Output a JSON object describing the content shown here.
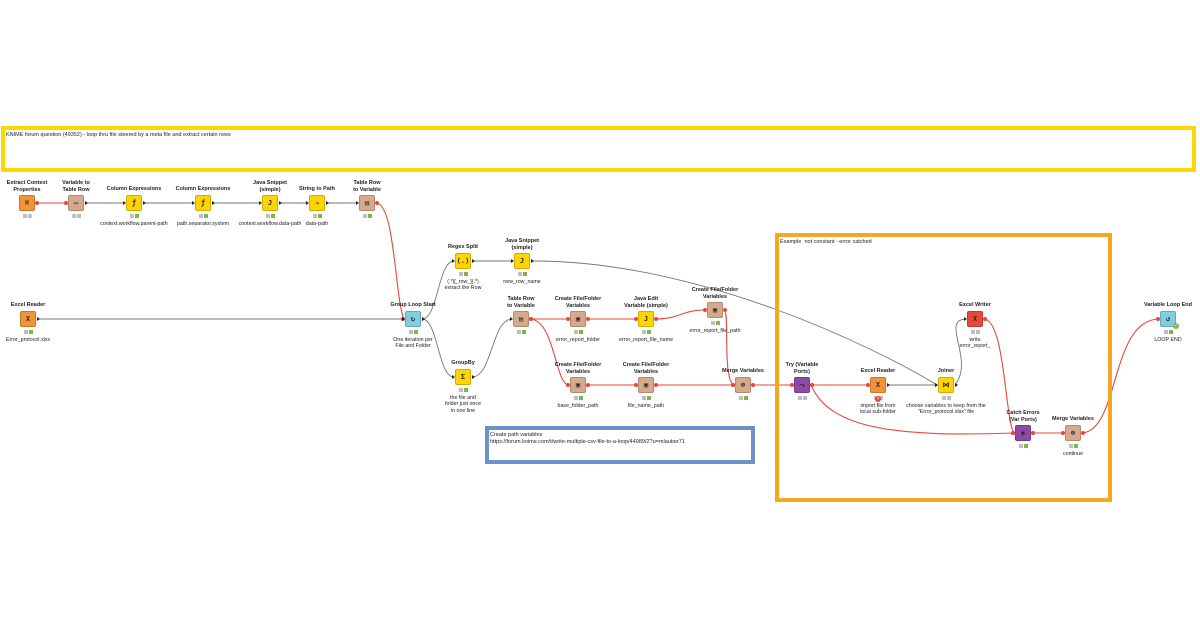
{
  "annotations": {
    "main": {
      "text": "KNIME forum question (49352) - loop thru file steered by a meta file and extract certain rows",
      "color": "#ffd700"
    },
    "example": {
      "text": "Example  not constant - error catched",
      "color": "#f5a623"
    },
    "create_path": {
      "text": "Create path variables\nhttps://forum.knime.com/t/write-multiple-csv-file-to-a-loop/44989/2?u=mlauber71",
      "color": "#6a93c8"
    }
  },
  "nodes": {
    "extract_context": {
      "title": "Extract Context\nProperties",
      "label": "",
      "icon": "⌘",
      "color": "#f29336",
      "status": [
        "off",
        "off"
      ]
    },
    "variable_to_table_row": {
      "title": "Variable to\nTable Row",
      "label": "",
      "icon": "▭",
      "color": "#d7a98c",
      "status": [
        "off",
        "off"
      ]
    },
    "column_expr_1": {
      "title": "Column Expressions",
      "label": "context.workflow.parent-path",
      "icon": "ƒ",
      "color": "#ffd400",
      "status": [
        "off",
        "g"
      ]
    },
    "column_expr_2": {
      "title": "Column Expressions",
      "label": "path.separator.system",
      "icon": "ƒ",
      "color": "#ffd400",
      "status": [
        "off",
        "g"
      ]
    },
    "java_snippet_1": {
      "title": "Java Snippet\n(simple)",
      "label": "context.workflow.data-path",
      "icon": "J",
      "color": "#ffd400",
      "status": [
        "off",
        "g"
      ]
    },
    "string_to_path": {
      "title": "String to Path",
      "label": "data-path",
      "icon": "⇢",
      "color": "#ffd400",
      "status": [
        "off",
        "g"
      ]
    },
    "table_row_to_var_1": {
      "title": "Table Row\nto Variable",
      "label": "",
      "icon": "▤",
      "color": "#d7a98c",
      "status": [
        "off",
        "g"
      ]
    },
    "excel_reader_1": {
      "title": "Excel Reader",
      "label": "Error_protocol.xlsx",
      "icon": "X",
      "color": "#f29336",
      "status": [
        "off",
        "g"
      ]
    },
    "group_loop_start": {
      "title": "Group Loop Start",
      "label": "One iteration per\nFile and Folder",
      "icon": "↻",
      "color": "#7ecfe0",
      "status": [
        "off",
        "g"
      ]
    },
    "regex_split": {
      "title": "Regex Split",
      "label": "(.*)[_row_](.*)\nextract the Row",
      "icon": "(.)",
      "color": "#ffd400",
      "status": [
        "off",
        "g"
      ]
    },
    "java_snippet_2": {
      "title": "Java Snippet\n(simple)",
      "label": "new_row_name",
      "icon": "J",
      "color": "#ffd400",
      "status": [
        "off",
        "g"
      ]
    },
    "groupby": {
      "title": "GroupBy",
      "label": "the file and\nfolder just once\nin one line",
      "icon": "Σ",
      "color": "#ffd400",
      "status": [
        "off",
        "g"
      ]
    },
    "table_row_to_var_2": {
      "title": "Table Row\nto Variable",
      "label": "",
      "icon": "▤",
      "color": "#d7a98c",
      "status": [
        "off",
        "g"
      ]
    },
    "create_ff_vars_1": {
      "title": "Create File/Folder\nVariables",
      "label": "error_report_folder",
      "icon": "▣",
      "color": "#d7a98c",
      "status": [
        "off",
        "g"
      ]
    },
    "java_edit_var": {
      "title": "Java Edit\nVariable (simple)",
      "label": "error_report_file_name",
      "icon": "J",
      "color": "#ffd400",
      "status": [
        "off",
        "g"
      ]
    },
    "create_ff_vars_2": {
      "title": "Create File/Folder\nVariables",
      "label": "error_report_file_path",
      "icon": "▣",
      "color": "#d7a98c",
      "status": [
        "off",
        "g"
      ]
    },
    "create_ff_vars_3": {
      "title": "Create File/Folder\nVariables",
      "label": "base_folder_path",
      "icon": "▣",
      "color": "#d7a98c",
      "status": [
        "off",
        "g"
      ]
    },
    "create_ff_vars_4": {
      "title": "Create File/Folder\nVariables",
      "label": "file_name_path",
      "icon": "▣",
      "color": "#d7a98c",
      "status": [
        "off",
        "g"
      ]
    },
    "merge_variables_1": {
      "title": "Merge Variables",
      "label": "",
      "icon": "⊕",
      "color": "#d7a98c",
      "status": [
        "off",
        "g"
      ]
    },
    "try_var_ports": {
      "title": "Try (Variable\nPorts)",
      "label": "",
      "icon": "⤳",
      "color": "#8c4aa6",
      "status": [
        "off",
        "off"
      ]
    },
    "excel_reader_2": {
      "title": "Excel Reader",
      "label": "import file from\nlocal sub-folder",
      "icon": "X",
      "color": "#f29336",
      "status": [
        "off",
        "off"
      ]
    },
    "joiner": {
      "title": "Joiner",
      "label": "choose variables to keep from the\n\"Error_protocol.xlsx\" file",
      "icon": "⋈",
      "color": "#ffd400",
      "status": [
        "off",
        "off"
      ]
    },
    "excel_writer": {
      "title": "Excel Writer",
      "label": "write\nerror_report_",
      "icon": "X",
      "color": "#e8473a",
      "status": [
        "off",
        "off"
      ]
    },
    "catch_errors": {
      "title": "Catch Errors\n(Var Ports)",
      "label": "",
      "icon": "◉",
      "color": "#8c4aa6",
      "status": [
        "off",
        "g"
      ]
    },
    "merge_variables_2": {
      "title": "Merge Variables",
      "label": "continue",
      "icon": "⊕",
      "color": "#d7a98c",
      "status": [
        "off",
        "g"
      ]
    },
    "variable_loop_end": {
      "title": "Variable Loop End",
      "label": "LOOP END",
      "icon": "↺",
      "color": "#7ecfe0",
      "status": [
        "off",
        "g"
      ]
    }
  },
  "connection_colors": {
    "data": "#777777",
    "variable": "#e8473a"
  }
}
